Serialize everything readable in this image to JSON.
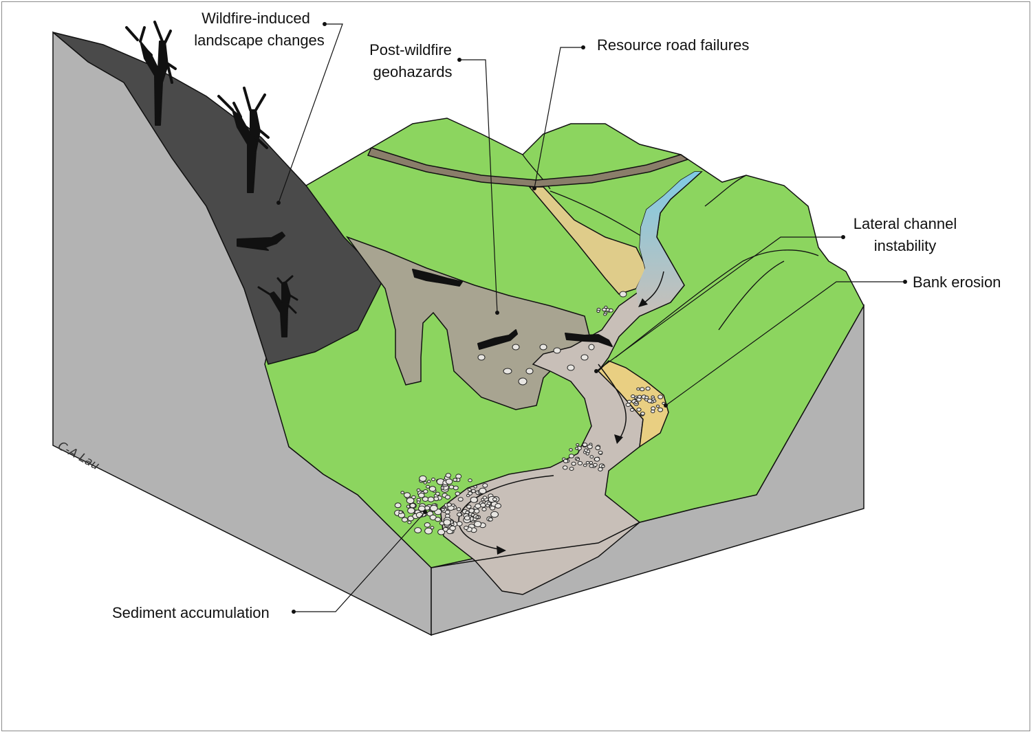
{
  "labels": {
    "wildfire_line1": "Wildfire-induced",
    "wildfire_line2": "landscape changes",
    "geohazards_line1": "Post-wildfire",
    "geohazards_line2": "geohazards",
    "road_failures": "Resource road failures",
    "lateral_line1": "Lateral channel",
    "lateral_line2": "instability",
    "bank_erosion": "Bank erosion",
    "sediment": "Sediment accumulation"
  },
  "credit": "C-A Lau",
  "colors": {
    "burned_slope": "#4a4a4a",
    "block_side": "#b3b3b3",
    "vegetation": "#8cd55f",
    "debris_flow": "#a8a491",
    "channel_bed": "#c8bfb8",
    "road": "#8a7e6a",
    "road_failure_deposit": "#dfcc8a",
    "stream_water": "#7fcbe3",
    "bank_erosion": "#e9cf82"
  }
}
